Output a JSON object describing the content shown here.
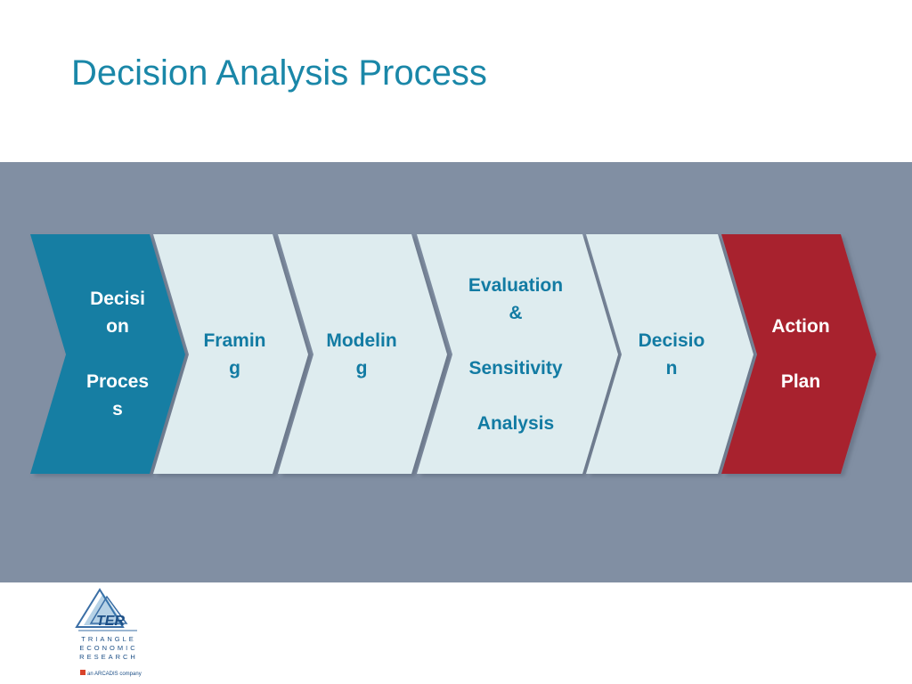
{
  "slide": {
    "title": "Decision Analysis Process"
  },
  "process": {
    "steps": [
      {
        "lines": [
          "Decisi",
          "on",
          "",
          "Proces",
          "s"
        ],
        "style": "start"
      },
      {
        "lines": [
          "Framin",
          "g"
        ],
        "style": "middle"
      },
      {
        "lines": [
          "Modelin",
          "g"
        ],
        "style": "middle"
      },
      {
        "lines": [
          "Evaluation",
          "&",
          "",
          "Sensitivity",
          "",
          "Analysis"
        ],
        "style": "middle"
      },
      {
        "lines": [
          "Decisio",
          "n"
        ],
        "style": "middle"
      },
      {
        "lines": [
          "Action",
          "",
          "Plan"
        ],
        "style": "end"
      }
    ]
  },
  "logo": {
    "mark": "TER",
    "line1": "TRIANGLE",
    "line2": "ECONOMIC",
    "line3": "RESEARCH",
    "tagline": "an ARCADIS company"
  },
  "colors": {
    "title": "#1a87a8",
    "band": "#818fa3",
    "start_fill": "#167ea3",
    "middle_fill": "#deecef",
    "end_fill": "#a8202f",
    "middle_text": "#127ba3",
    "light_text": "#ffffff"
  }
}
